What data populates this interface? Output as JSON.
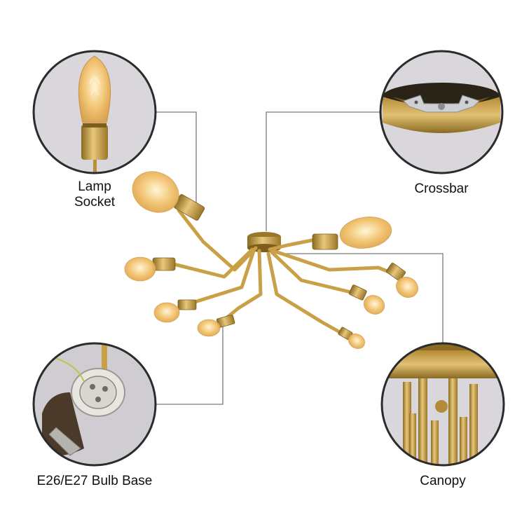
{
  "callouts": {
    "lamp_socket": {
      "line1": "Lamp",
      "line2": "Socket"
    },
    "crossbar": {
      "label": "Crossbar"
    },
    "bulb_base": {
      "label": "E26/E27 Bulb Base"
    },
    "canopy": {
      "label": "Canopy"
    }
  },
  "colors": {
    "brass": "#c9a046",
    "brass_dark": "#8a6a22",
    "brass_light": "#e8c77a",
    "bulb_glow": "#f6d28a",
    "circle_border": "#2b2b2b",
    "circle_fill": "#d9d7dc",
    "leader_line": "#7a7a7a"
  }
}
